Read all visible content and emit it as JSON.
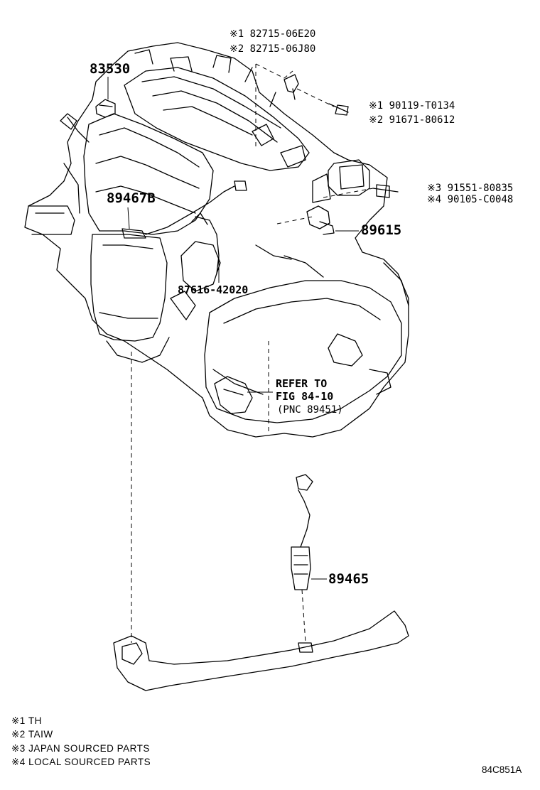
{
  "parts": {
    "p83530": "83530",
    "p82715_a": "※1 82715-06E20",
    "p82715_b": "※2 82715-06J80",
    "p90119": "※1 90119-T0134",
    "p91671": "※2 91671-80612",
    "p91551": "※3 91551-80835",
    "p90105": "※4 90105-C0048",
    "p89467b": "89467B",
    "p89615": "89615",
    "p87616": "87616-42020",
    "refer_1": "REFER TO",
    "refer_2": "FIG 84-10",
    "refer_3": "(PNC 89451)",
    "p89465": "89465"
  },
  "notes": [
    "※1 TH",
    "※2 TAIW",
    "※3 JAPAN SOURCED PARTS",
    "※4 LOCAL SOURCED PARTS"
  ],
  "catalog_code": "84C851A"
}
